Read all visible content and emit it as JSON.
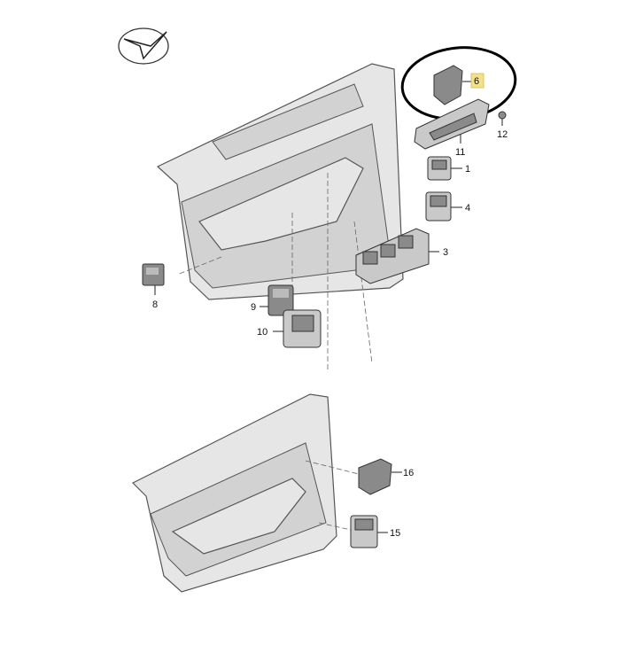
{
  "diagram": {
    "highlight_color": "#f5e08a",
    "circle_color": "#000000",
    "highlighted_part": "6",
    "parts": [
      {
        "id": "p6",
        "label": "6"
      },
      {
        "id": "p11",
        "label": "11"
      },
      {
        "id": "p12",
        "label": "12"
      },
      {
        "id": "p1",
        "label": "1"
      },
      {
        "id": "p4",
        "label": "4"
      },
      {
        "id": "p3",
        "label": "3"
      },
      {
        "id": "p8",
        "label": "8"
      },
      {
        "id": "p9",
        "label": "9"
      },
      {
        "id": "p10",
        "label": "10"
      },
      {
        "id": "p16",
        "label": "16"
      },
      {
        "id": "p15",
        "label": "15"
      }
    ]
  }
}
